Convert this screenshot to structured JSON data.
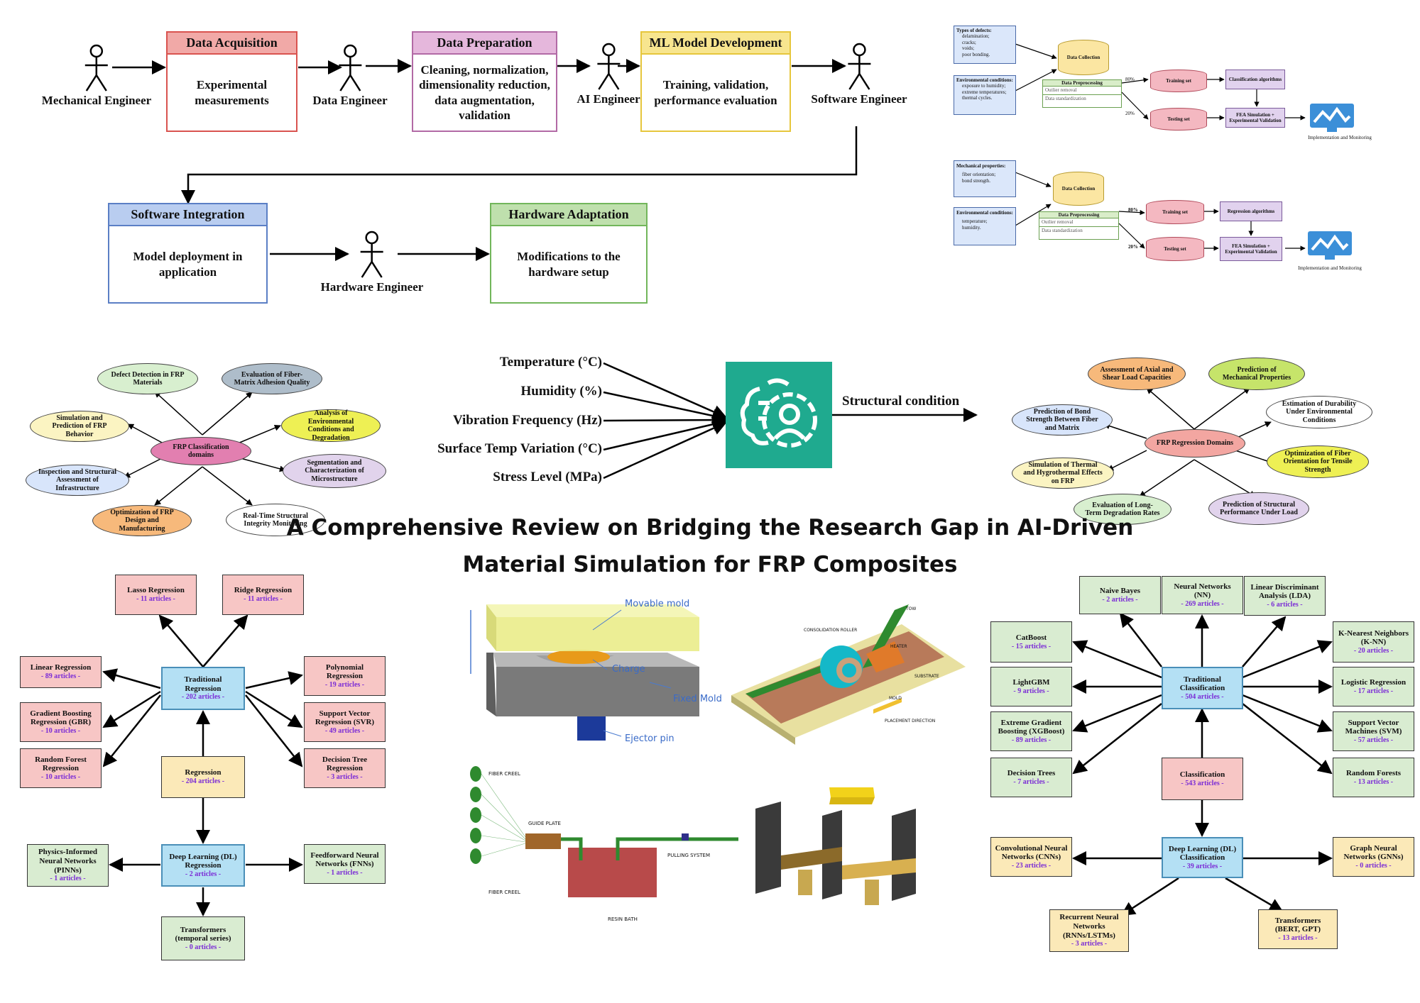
{
  "colors": {
    "red": "#d9534f",
    "purple": "#b26aa5",
    "yellow": "#e6c63c",
    "blue": "#5b7fc5",
    "green": "#72b65b"
  },
  "workflow": {
    "roles": [
      "Mechanical Engineer",
      "Data Engineer",
      "AI Engineer",
      "Software Engineer",
      "Hardware Engineer"
    ],
    "boxes": [
      {
        "title": "Data Acquisition",
        "body": "Experimental measurements"
      },
      {
        "title": "Data Preparation",
        "body": "Cleaning, normalization, dimensionality reduction, data augmentation, validation"
      },
      {
        "title": "ML Model Development",
        "body": "Training, validation, performance evaluation"
      },
      {
        "title": "Software Integration",
        "body": "Model deployment in application"
      },
      {
        "title": "Hardware Adaptation",
        "body": "Modifications to the hardware setup"
      }
    ]
  },
  "pipeline_top": {
    "defects_title": "Types of defects:",
    "defects": [
      "delamination;",
      "cracks;",
      "voids;",
      "poor bonding."
    ],
    "env_title": "Environmental conditions:",
    "env": [
      "exposure to humidity;",
      "extreme temperatures;",
      "thermal cycles."
    ],
    "collection": "Data Collection",
    "prep": "Data Preprocessing",
    "prep_items": [
      "Outlier removal",
      "Data standardization"
    ],
    "train_pct": "80%",
    "test_pct": "20%",
    "train": "Training set",
    "test": "Testing set",
    "algo": "Classification algorithms",
    "fea": "FEA Simulation + Experimental Validation",
    "impl": "Implementation and Monitoring"
  },
  "pipeline_bottom": {
    "mech_title": "Mechanical properties:",
    "mech": [
      "fiber orientation;",
      "bond strength."
    ],
    "env_title": "Environmental conditions:",
    "env": [
      "temperature;",
      "humidity."
    ],
    "collection": "Data Collection",
    "prep": "Data Preprocessing",
    "prep_items": [
      "Outlier removal",
      "Data standardization"
    ],
    "train_pct": "80%",
    "test_pct": "20%",
    "train": "Training set",
    "test": "Testing set",
    "algo": "Regression algorithms",
    "fea": "FEA Simulation + Experimental Validation",
    "impl": "Implementation and Monitoring"
  },
  "class_domains": {
    "center": "FRP Classification domains",
    "items": [
      "Defect Detection in FRP Materials",
      "Evaluation of Fiber-Matrix Adhesion Quality",
      "Simulation and Prediction of FRP Behavior",
      "Analysis of Environmental Conditions and Degradation",
      "Inspection and Structural Assessment of Infrastructure",
      "Segmentation and Characterization of Microstructure",
      "Optimization of FRP Design and Manufacturing",
      "Real-Time Structural Integrity Monitoring"
    ]
  },
  "inputs": {
    "items": [
      "Temperature (°C)",
      "Humidity (%)",
      "Vibration Frequency (Hz)",
      "Surface Temp Variation (°C)",
      "Stress Level (MPa)"
    ],
    "output": "Structural condition"
  },
  "reg_domains": {
    "center": "FRP Regression Domains",
    "items": [
      "Assessment of Axial and Shear Load Capacities",
      "Prediction of Mechanical Properties",
      "Prediction of Bond Strength Between Fiber and Matrix",
      "Estimation of Durability Under Environmental Conditions",
      "Simulation of Thermal and Hygrothermal Effects on FRP",
      "Optimization of Fiber Orientation for Tensile Strength",
      "Evaluation of Long-Term Degradation Rates",
      "Prediction of Structural Performance Under Load"
    ]
  },
  "title": "A Comprehensive Review on Bridging the Research Gap in AI-Driven Material Simulation for FRP Composites",
  "regression_tree": {
    "lasso": {
      "name": "Lasso Regression",
      "count": "- 11 articles -"
    },
    "ridge": {
      "name": "Ridge Regression",
      "count": "- 11 articles -"
    },
    "linear": {
      "name": "Linear Regression",
      "count": "- 89 articles -"
    },
    "traditional": {
      "name": "Traditional Regression",
      "count": "- 202 articles -"
    },
    "polynomial": {
      "name": "Polynomial Regression",
      "count": "- 19 articles -"
    },
    "gbr": {
      "name": "Gradient Boosting Regression (GBR)",
      "count": "- 10 articles -"
    },
    "svr": {
      "name": "Support Vector Regression (SVR)",
      "count": "- 49 articles -"
    },
    "rf": {
      "name": "Random Forest Regression",
      "count": "- 10 articles -"
    },
    "dt": {
      "name": "Decision Tree Regression",
      "count": "- 3 articles -"
    },
    "regression": {
      "name": "Regression",
      "count": "- 204 articles -"
    },
    "pinn": {
      "name": "Physics-Informed Neural Networks (PINNs)",
      "count": "- 1 articles -"
    },
    "dl": {
      "name": "Deep Learning (DL) Regression",
      "count": "- 2 articles -"
    },
    "fnn": {
      "name": "Feedforward Neural Networks (FNNs)",
      "count": "- 1 articles -"
    },
    "transformers": {
      "name": "Transformers (temporal series)",
      "count": "- 0 articles -"
    }
  },
  "classification_tree": {
    "nb": {
      "name": "Naive Bayes",
      "count": "- 2 articles -"
    },
    "nn": {
      "name": "Neural Networks (NN)",
      "count": "- 269 articles -"
    },
    "lda": {
      "name": "Linear Discriminant Analysis (LDA)",
      "count": "- 6 articles -"
    },
    "catboost": {
      "name": "CatBoost",
      "count": "- 15 articles -"
    },
    "knn": {
      "name": "K-Nearest Neighbors (K-NN)",
      "count": "- 20 articles -"
    },
    "lightgbm": {
      "name": "LightGBM",
      "count": "- 9 articles -"
    },
    "traditional": {
      "name": "Traditional Classification",
      "count": "- 504 articles -"
    },
    "logistic": {
      "name": "Logistic Regression",
      "count": "- 17 articles -"
    },
    "xgb": {
      "name": "Extreme Gradient Boosting (XGBoost)",
      "count": "- 89 articles -"
    },
    "svm": {
      "name": "Support Vector Machines (SVM)",
      "count": "- 57 articles -"
    },
    "dt": {
      "name": "Decision Trees",
      "count": "- 7 articles -"
    },
    "classification": {
      "name": "Classification",
      "count": "- 543 articles -"
    },
    "rf": {
      "name": "Random Forests",
      "count": "- 13 articles -"
    },
    "cnn": {
      "name": "Convolutional Neural Networks (CNNs)",
      "count": "- 23 articles -"
    },
    "dl": {
      "name": "Deep Learning (DL) Classification",
      "count": "- 39 articles -"
    },
    "gnn": {
      "name": "Graph Neural Networks (GNNs)",
      "count": "- 0 articles -"
    },
    "rnn": {
      "name": "Recurrent Neural Networks (RNNs/LSTMs)",
      "count": "- 3 articles -"
    },
    "transformers": {
      "name": "Transformers (BERT, GPT)",
      "count": "- 13 articles -"
    }
  },
  "processes": {
    "mold": {
      "movable": "Movable mold",
      "charge": "Charge",
      "fixed": "Fixed Mold",
      "ejector": "Ejector pin"
    },
    "afp": {
      "roller": "CONSOLIDATION ROLLER",
      "tow": "TOW",
      "heater": "HEATER",
      "substrate": "SUBSTRATE",
      "mold": "MOLD",
      "direction": "PLACEMENT DIRECTION"
    },
    "pultrusion": {
      "creel_top": "FIBER CREEL",
      "creel_bottom": "FIBER CREEL",
      "guide": "GUIDE PLATE",
      "pulling": "PULLING SYSTEM",
      "bath": "RESIN BATH"
    }
  }
}
